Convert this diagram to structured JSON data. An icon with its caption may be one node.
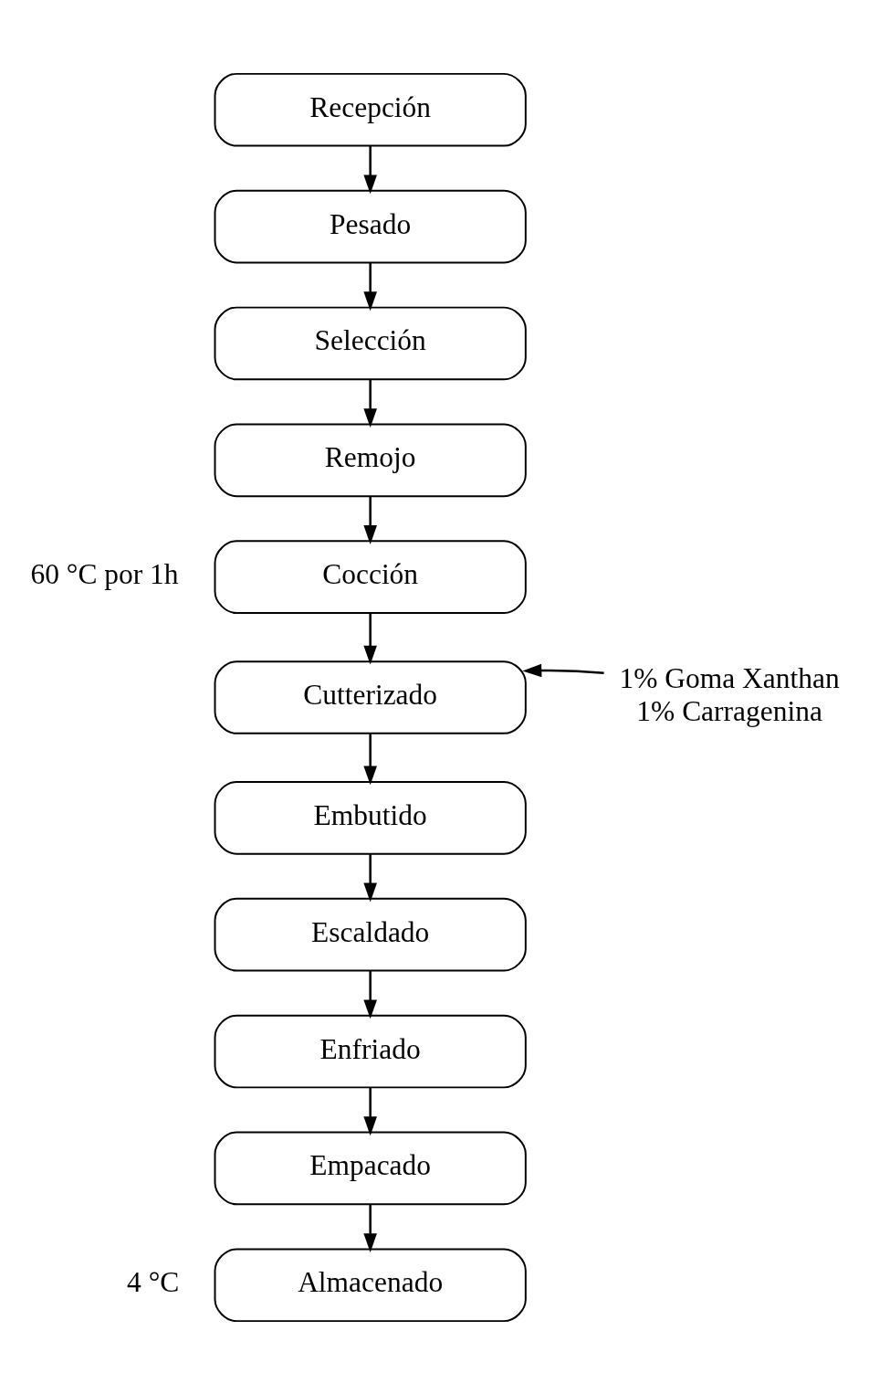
{
  "diagram": {
    "nodes": [
      {
        "text": [
          "Recepción"
        ]
      },
      {
        "text": [
          "Pesado"
        ]
      },
      {
        "text": [
          "Selección"
        ]
      },
      {
        "text": [
          "Remojo"
        ]
      },
      {
        "text": [
          "Cocción"
        ],
        "beside": [
          "60 °C por 1h"
        ]
      },
      {
        "text": [
          "Cutterizado"
        ]
      },
      {
        "text": [
          "Embutido"
        ]
      },
      {
        "text": [
          "Escaldado"
        ]
      },
      {
        "text": [
          "Enfriado"
        ]
      },
      {
        "text": [
          "Empacado"
        ]
      },
      {
        "text": [
          "Almacenado"
        ],
        "beside": [
          "4 °C"
        ]
      },
      {
        "text": [
          "1% Goma Xanthan",
          "1% Carragenina"
        ]
      }
    ],
    "edges": [
      {
        "from": 0,
        "to": 1,
        "arrow": "to"
      },
      {
        "from": 1,
        "to": 2,
        "arrow": "to"
      },
      {
        "from": 2,
        "to": 3,
        "arrow": "to"
      },
      {
        "from": 3,
        "to": 4,
        "arrow": "to"
      },
      {
        "from": 4,
        "to": 5,
        "arrow": "to"
      },
      {
        "from": 5,
        "to": 6,
        "arrow": "to"
      },
      {
        "from": 6,
        "to": 7,
        "arrow": "to"
      },
      {
        "from": 7,
        "to": 8,
        "arrow": "to"
      },
      {
        "from": 8,
        "to": 9,
        "arrow": "to"
      },
      {
        "from": 9,
        "to": 10,
        "arrow": "to"
      },
      {
        "from": 11,
        "to": 5,
        "arrow": "to"
      }
    ]
  }
}
